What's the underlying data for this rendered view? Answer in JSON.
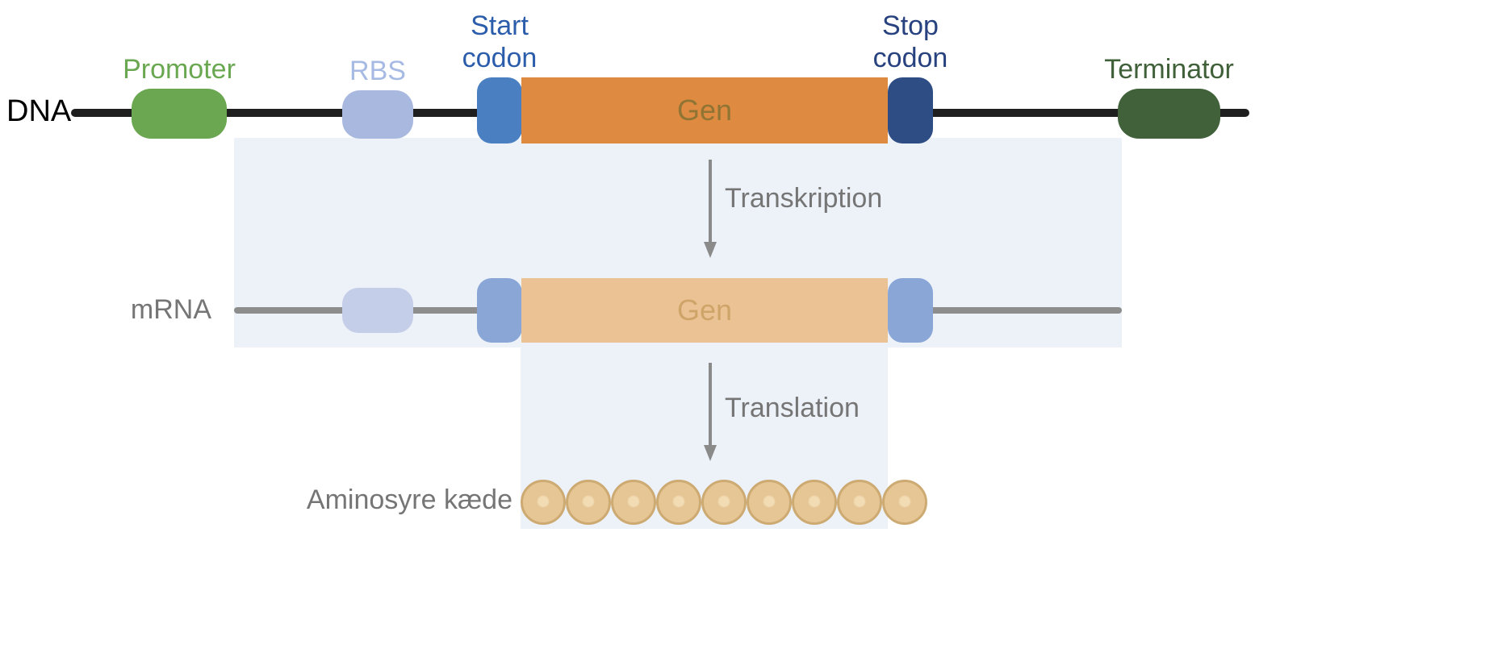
{
  "dna_row": {
    "label": "DNA",
    "promoter_label": "Promoter",
    "rbs_label": "RBS",
    "start_codon_line1": "Start",
    "start_codon_line2": "codon",
    "gene_label": "Gen",
    "stop_codon_line1": "Stop",
    "stop_codon_line2": "codon",
    "terminator_label": "Terminator"
  },
  "transcription": {
    "label": "Transkription"
  },
  "mrna_row": {
    "label": "mRNA",
    "gene_label": "Gen"
  },
  "translation": {
    "label": "Translation"
  },
  "protein_row": {
    "label": "Aminosyre kæde",
    "bead_count": 9
  },
  "colors": {
    "panel_bg": "#edf1f8",
    "dna_line": "#1f1f1f",
    "mrna_line": "#8d8d8d",
    "promoter_green": "#6aa750",
    "rbs_lavender": "#a9b8de",
    "start_codon_blue": "#4a80c1",
    "gene_orange": "#de8a41",
    "stop_codon_navy": "#2e4d85",
    "terminator_green": "#40613a",
    "mrna_rbs": "#c5cee9",
    "mrna_codon_blue": "#8aa6d6",
    "mrna_gene_fill": "#ebc294",
    "gene_text": "#8f7433",
    "mrna_gene_text": "#cfa469",
    "label_promoter": "#69a751",
    "label_rbs": "#a6bae4",
    "label_start": "#2b5dab",
    "label_stop": "#27427e",
    "label_terminator": "#3f6039",
    "gray_text": "#757575",
    "arrow_gray": "#8a8a8a",
    "bead_fill": "#e6c695",
    "bead_border": "#cdaa72",
    "bead_dot": "#f2dcb4"
  }
}
